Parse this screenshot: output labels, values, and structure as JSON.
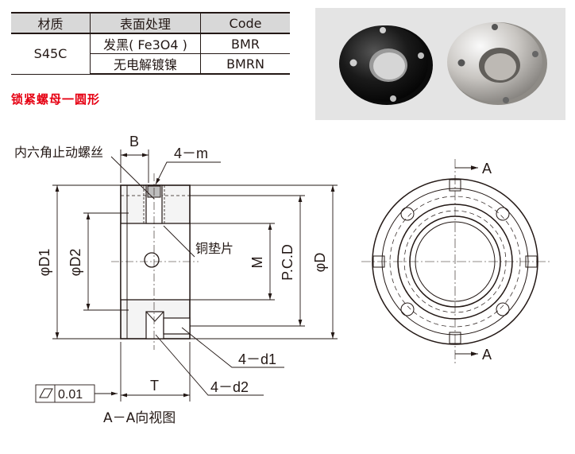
{
  "table": {
    "headers": [
      "材质",
      "表面处理",
      "Code"
    ],
    "material": "S45C",
    "rows": [
      {
        "treatment": "发黑( Fe3O4 )",
        "code": "BMR"
      },
      {
        "treatment": "无电解镀镍",
        "code": "BMRN"
      }
    ]
  },
  "caption": "锁紧螺母一圆形",
  "labels": {
    "hex_screw": "内六角止动螺丝",
    "b": "B",
    "four_m": "4－m",
    "copper_pad": "铜垫片",
    "phi_d1": "φD1",
    "phi_d2": "φD2",
    "m": "M",
    "pcd": "P.C.D",
    "phi_d": "φD",
    "four_d1": "4－d1",
    "four_d2": "4－d2",
    "t": "T",
    "flatness": "0.01",
    "view_title": "A－A向视图",
    "section_top": "A",
    "section_bottom": "A"
  }
}
